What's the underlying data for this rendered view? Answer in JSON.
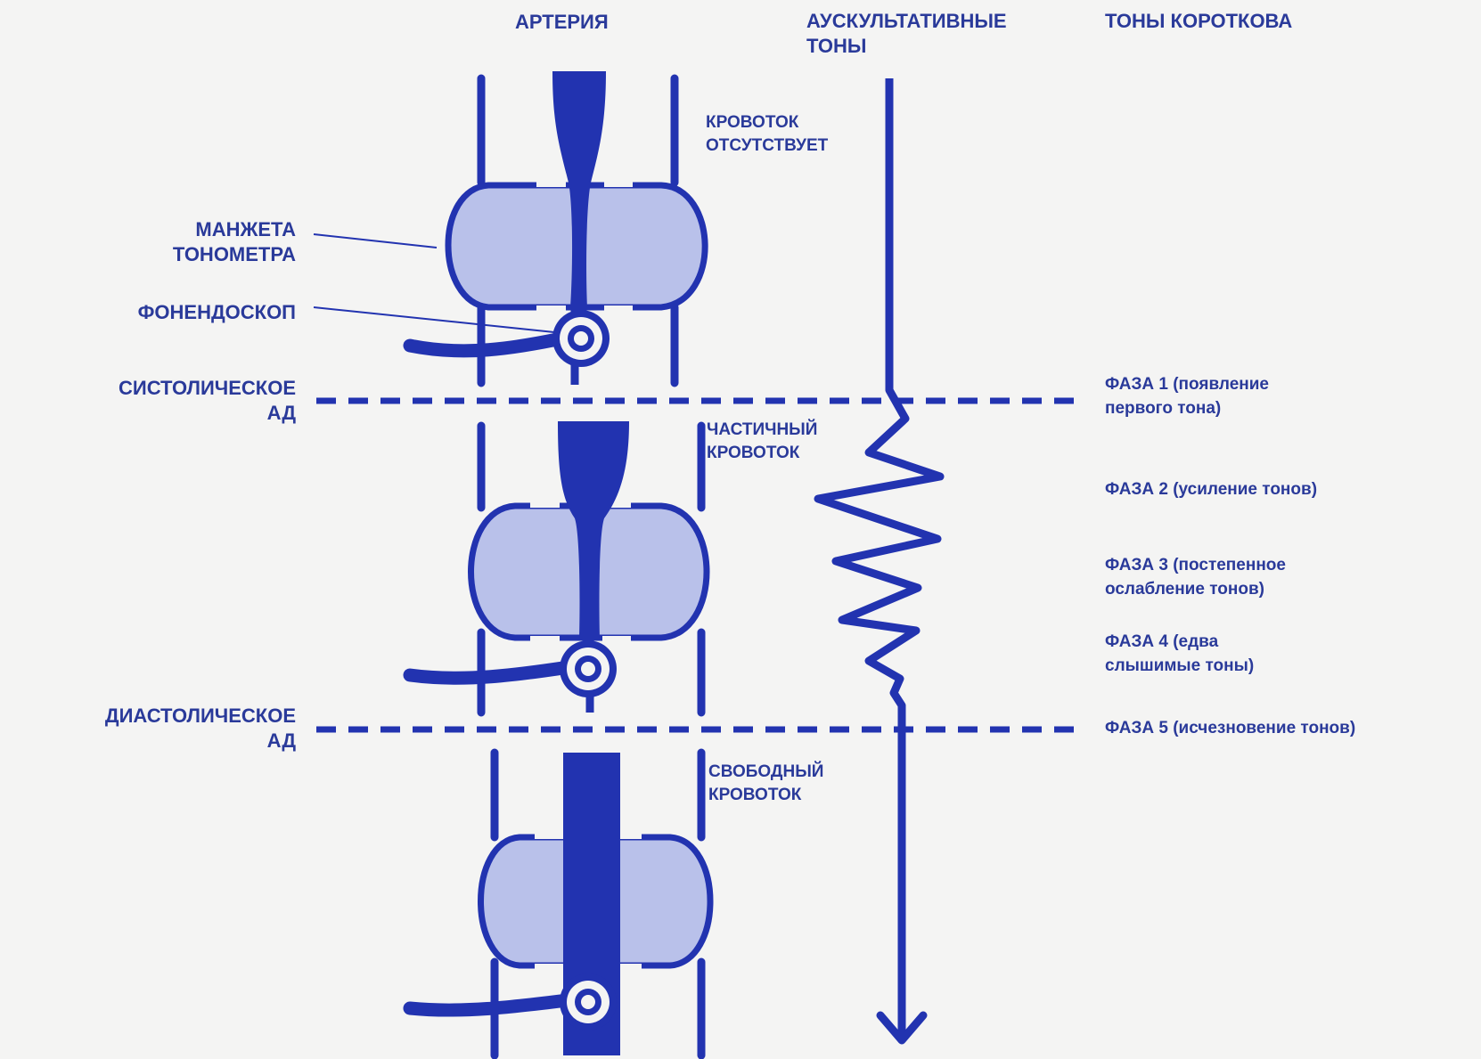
{
  "headers": {
    "artery": "АРТЕРИЯ",
    "auscultation_line1": "АУСКУЛЬТАТИВНЫЕ",
    "auscultation_line2": "ТОНЫ",
    "korotkov": "ТОНЫ КОРОТКОВА"
  },
  "side_labels": {
    "cuff_line1": "МАНЖЕТА",
    "cuff_line2": "ТОНОМЕТРА",
    "stethoscope": "ФОНЕНДОСКОП",
    "systolic_line1": "СИСТОЛИЧЕСКОЕ",
    "systolic_line2": "АД",
    "diastolic_line1": "ДИАСТОЛИЧЕСКОЕ",
    "diastolic_line2": "АД"
  },
  "flow_labels": {
    "none_line1": "КРОВОТОК",
    "none_line2": "ОТСУТСТВУЕТ",
    "partial_line1": "ЧАСТИЧНЫЙ",
    "partial_line2": "КРОВОТОК",
    "free_line1": "СВОБОДНЫЙ",
    "free_line2": "КРОВОТОК"
  },
  "phases": [
    {
      "line1": "ФАЗА 1 (появление",
      "line2": "первого тона)"
    },
    {
      "line1": "ФАЗА 2 (усиление тонов)",
      "line2": ""
    },
    {
      "line1": "ФАЗА 3 (постепенное",
      "line2": "ослабление тонов)"
    },
    {
      "line1": "ФАЗА 4 (едва",
      "line2": "слышимые тоны)"
    },
    {
      "line1": "ФАЗА 5 (исчезновение тонов)",
      "line2": ""
    }
  ],
  "colors": {
    "accent": "#2233b0",
    "cuff_fill": "#b9c1ea",
    "text": "#2a3a9a",
    "background": "#f4f4f3"
  },
  "icons": {
    "arrow": "arrow-down-icon",
    "stethoscope": "stethoscope-icon"
  }
}
